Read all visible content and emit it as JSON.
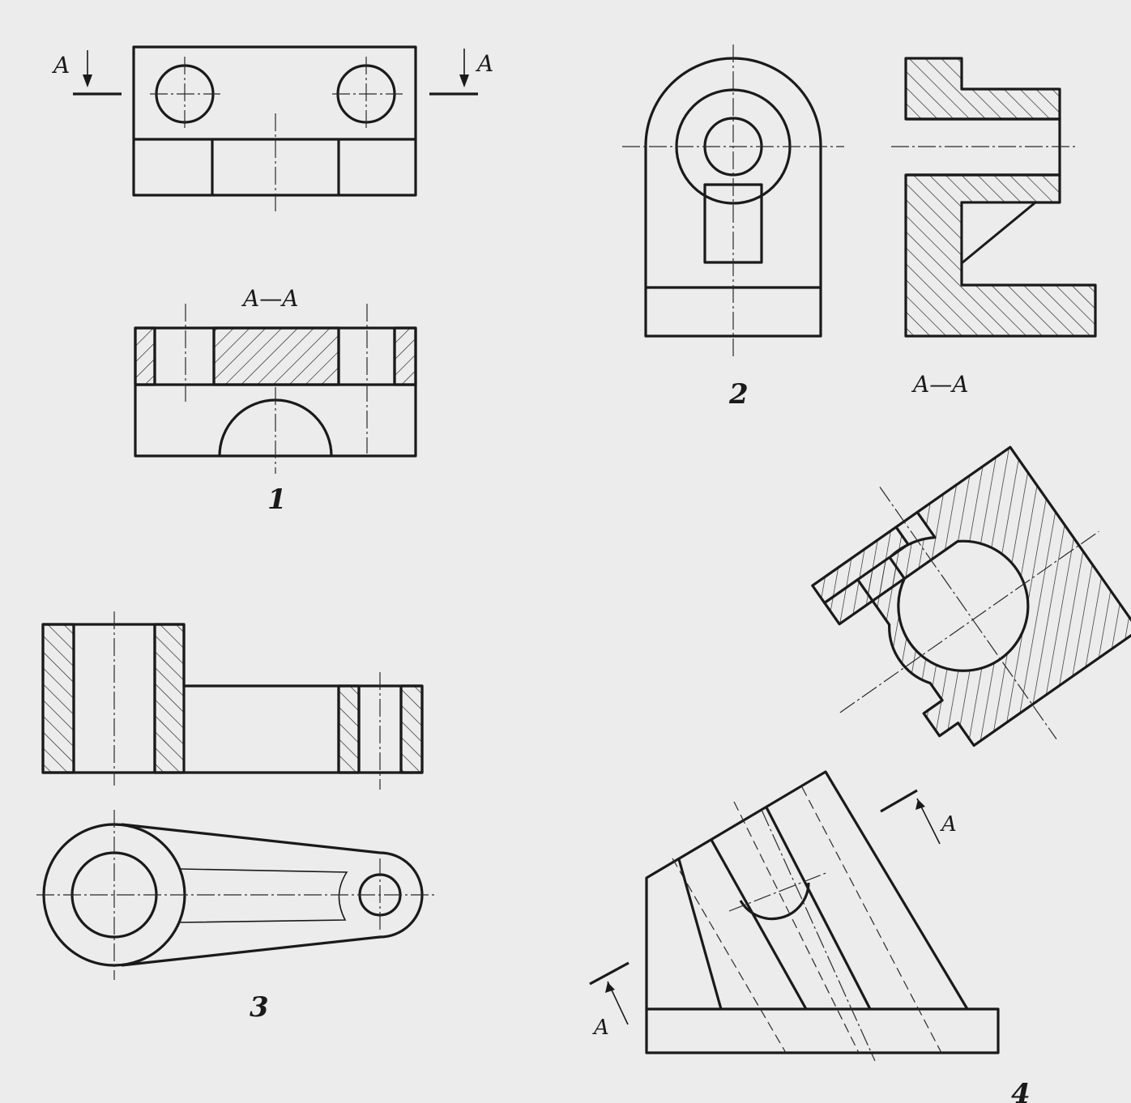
{
  "drawings": [
    {
      "number": "1",
      "section_label": "A—A",
      "cut_marks": [
        "A",
        "A"
      ]
    },
    {
      "number": "2",
      "section_label": "A—A"
    },
    {
      "number": "3"
    },
    {
      "number": "4",
      "cut_marks": [
        "A",
        "A"
      ]
    }
  ]
}
